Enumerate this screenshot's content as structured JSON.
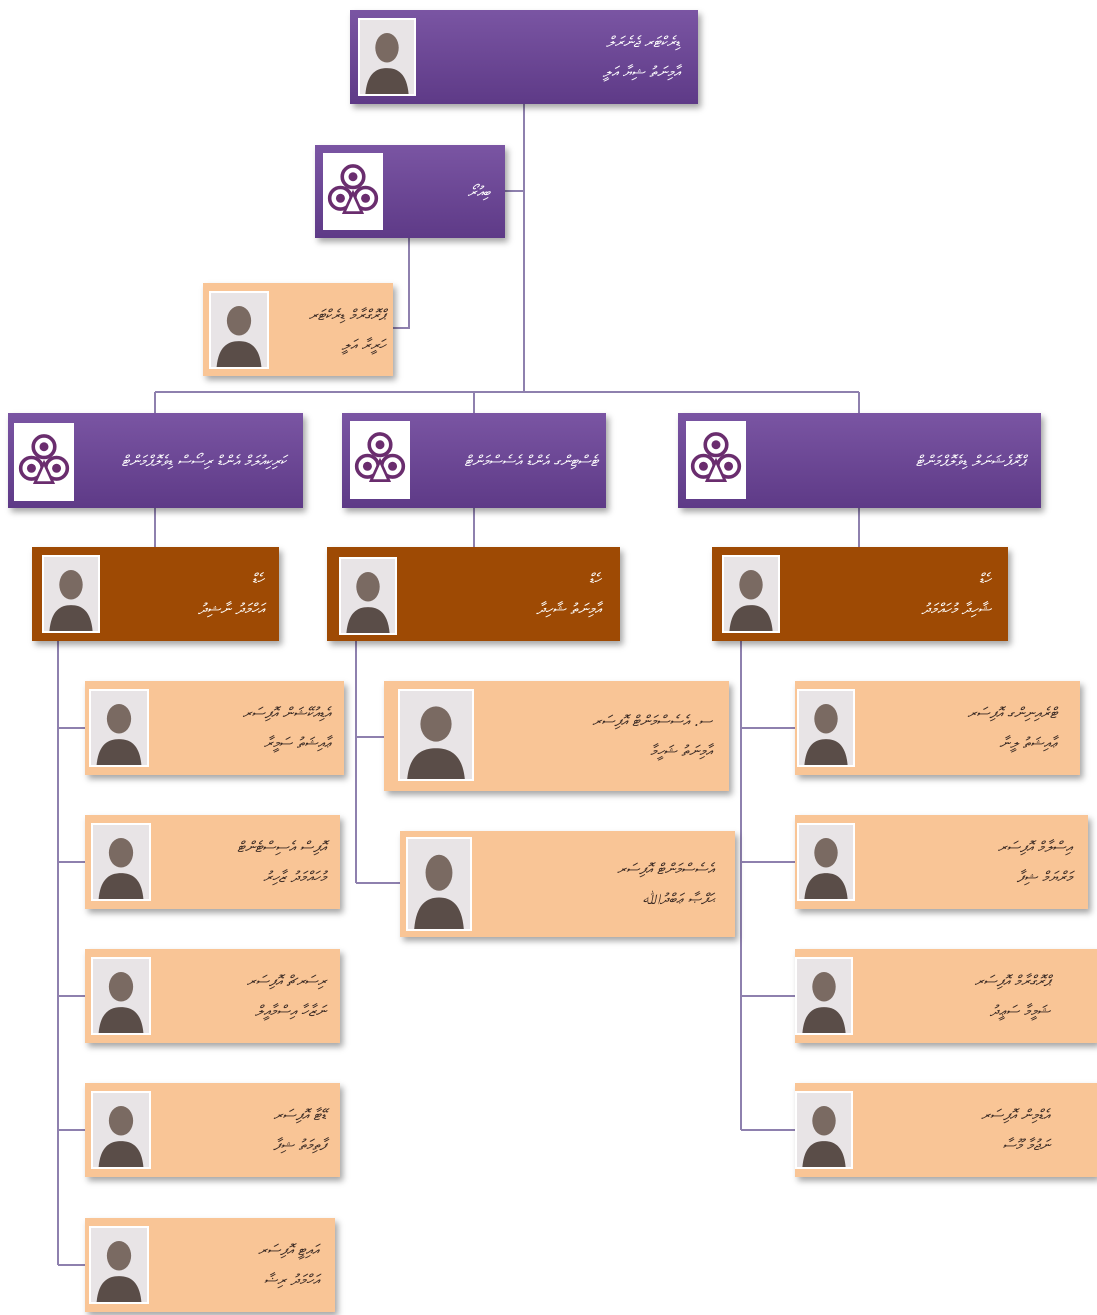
{
  "colors": {
    "purple": "#6a4694",
    "brown": "#9e4a04",
    "peach": "#f9c596",
    "connector": "#8e80ae"
  },
  "nodes": {
    "director": {
      "title": "ޑިރެކްޓަރ ޖެނެރަލް",
      "name": "އާމިނަތު ޝިޔާ އަލީ",
      "icon": "person-photo"
    },
    "unit": {
      "title": "ބިއުރޯ",
      "icon": "organization-logo"
    },
    "assistant": {
      "title": "ޕްރޮގްރާމް ޑިރެކްޓަރ",
      "name": "ހަރީރާ އަލީ",
      "icon": "person-photo"
    },
    "dept_left": {
      "title": "ކަރިކިއުލަމް އެންޑް ރިސޯސް ޑިވެލޮޕްމަންޓް",
      "icon": "organization-logo"
    },
    "dept_mid": {
      "title": "ޓެސްޓިންގ އެންޑް އެސެސްމަންޓް",
      "icon": "organization-logo"
    },
    "dept_right": {
      "title": "ޕްރޮފެޝަނަލް ޑިވެލޮޕްމަންޓް",
      "icon": "organization-logo"
    },
    "head_left": {
      "title": "ހެޑް",
      "name": "އަހްމަދު ނާޝިދު",
      "icon": "person-photo"
    },
    "head_mid": {
      "title": "ހެޑް",
      "name": "އާމިނަތު ޝާހިދާ",
      "icon": "person-photo"
    },
    "head_right": {
      "title": "ހެޑް",
      "name": "ޝާހިދާ މުހައްމަދު",
      "icon": "person-photo"
    },
    "staff_left": [
      {
        "title": "އެޑިއުކޭޝަން އޮފިސަރ",
        "name": "ޢާއިޝަތު ސަމީރާ",
        "icon": "person-photo"
      },
      {
        "title": "އޮފިސް އެސިސްޓެންޓް",
        "name": "މުހައްމަދު ޒާހިރު",
        "icon": "person-photo"
      },
      {
        "title": "ރިސަރޗް އޮފިސަރ",
        "name": "ނަޒާހާ އިސްމާއީލް",
        "icon": "person-photo"
      },
      {
        "title": "ޑޭޓާ އޮފިސަރ",
        "name": "ފާތިމަތު ޝިފާ",
        "icon": "person-photo"
      },
      {
        "title": "އައިޓީ އޮފިސަރ",
        "name": "އަހްމަދު ރިޟާ",
        "icon": "person-photo"
      }
    ],
    "staff_mid": [
      {
        "title": "ސ. އެސެސްމަންޓް އޮފިސަރ",
        "name": "އާމިނަތު ޝަހީމާ",
        "icon": "person-photo"
      },
      {
        "title": "އެސެސްމަންޓް އޮފިސަރ",
        "name": "ޙަފްޞާ ޢަބްދުﷲ",
        "icon": "person-photo"
      }
    ],
    "staff_right": [
      {
        "title": "ޓްރެއިނިންގ އޮފިސަރ",
        "name": "ޢާއިޝަތު ލީނާ",
        "icon": "person-photo"
      },
      {
        "title": "އިސްލާމް އޮފިސަރ",
        "name": "މަރްޔަމް ޝިފާ",
        "icon": "person-photo"
      },
      {
        "title": "ޕްރޮގްރާމް އޮފިސަރ",
        "name": "ޝަމީމާ ސަޢީދު",
        "icon": "person-photo"
      },
      {
        "title": "އެޑްމިން އޮފިސަރ",
        "name": "ނަޖުމާ މޫސާ",
        "icon": "person-photo"
      }
    ]
  }
}
